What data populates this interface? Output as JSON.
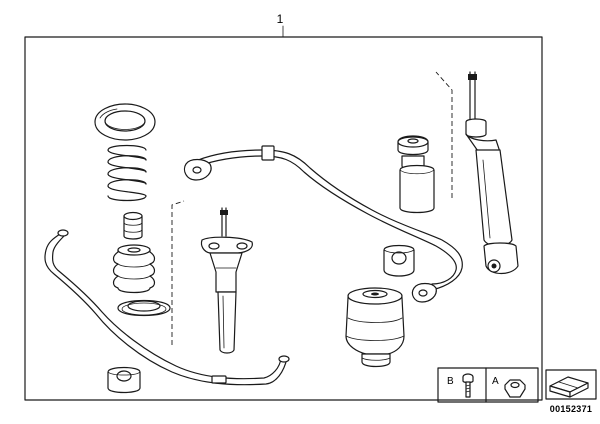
{
  "diagram": {
    "kit_reference": "1",
    "legend": {
      "bolt_key": "B",
      "nut_key": "A"
    },
    "document_number": "00152371"
  }
}
